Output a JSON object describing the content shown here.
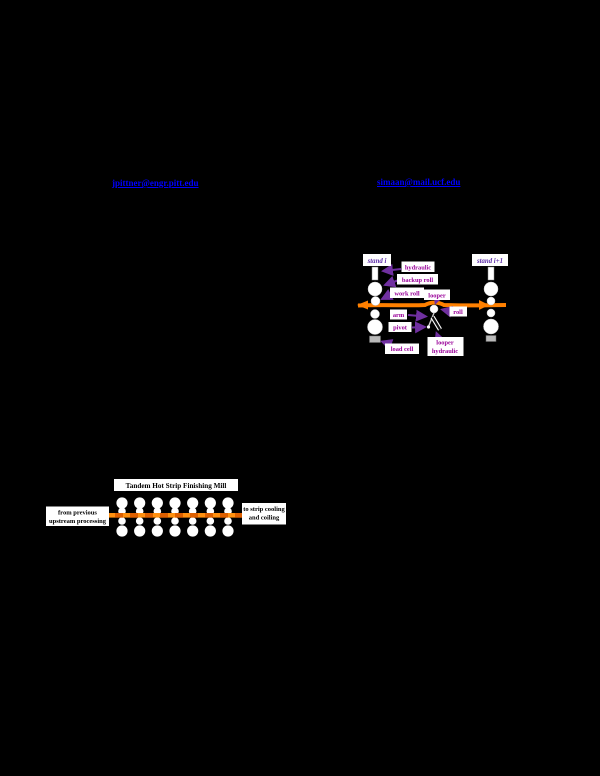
{
  "links": {
    "left_email": "jpittner@engr.pitt.edu",
    "right_email": "simaan@mail.ucf.edu"
  },
  "stand_detail": {
    "stand_i": "stand i",
    "stand_i_plus_1": "stand i+1",
    "hydraulic": "hydraulic",
    "backup_roll": "backup roll",
    "work_roll": "work roll",
    "looper": "looper",
    "arm": "arm",
    "roll": "roll",
    "pivot": "pivot",
    "load_cell": "load cell",
    "looper_hydraulic_line1": "looper",
    "looper_hydraulic_line2": "hydraulic"
  },
  "mill": {
    "title": "Tandem Hot Strip Finishing Mill",
    "inlet_line1": "from previous",
    "inlet_line2": "upstream processing",
    "outlet_line1": "to strip cooling",
    "outlet_line2": "and coiling",
    "stand_count": 7
  },
  "colors": {
    "page_background": "#000000",
    "link_blue": "#0000FF",
    "stand_label_purple": "#5C2DA8",
    "part_label_magenta": "#990099",
    "arrow_purple": "#7030A0",
    "strip_orange": "#FF8000",
    "roll_white": "#FFFFFF",
    "load_cell_gray": "#B9B9B9"
  }
}
